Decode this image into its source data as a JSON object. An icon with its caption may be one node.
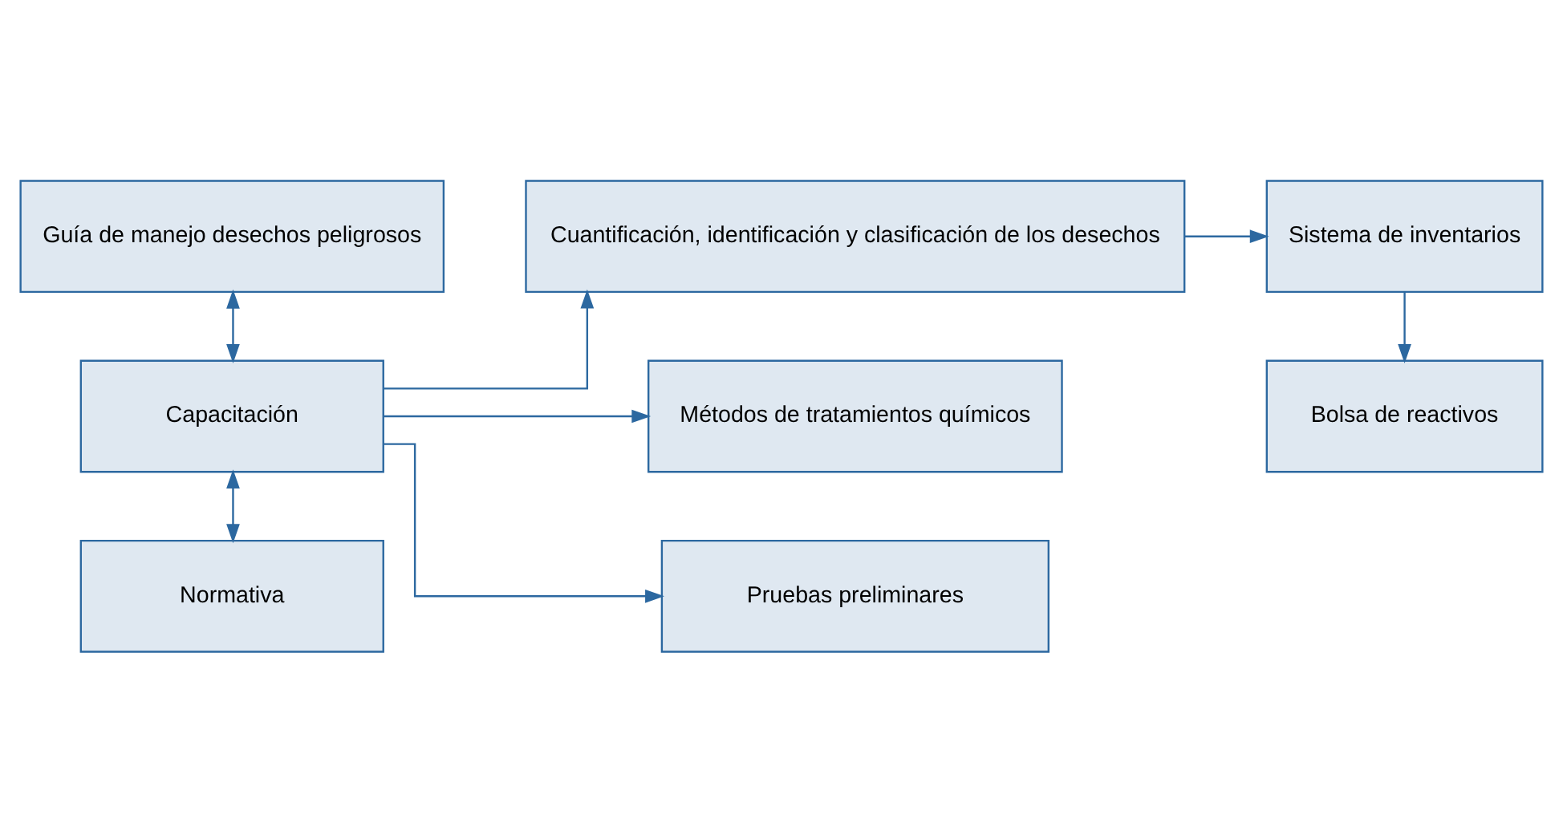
{
  "diagram": {
    "nodes": [
      {
        "text": [
          "Guía de manejo desechos peligrosos"
        ]
      },
      {
        "text": [
          "Capacitación"
        ]
      },
      {
        "text": [
          "Normativa"
        ]
      },
      {
        "text": [
          "Cuantificación, identificación y clasificación de los desechos"
        ]
      },
      {
        "text": [
          "Métodos de tratamientos químicos"
        ]
      },
      {
        "text": [
          "Pruebas preliminares"
        ]
      },
      {
        "text": [
          "Sistema de inventarios"
        ]
      },
      {
        "text": [
          "Bolsa de reactivos"
        ]
      }
    ],
    "edges": [
      {
        "from": 0,
        "to": 1,
        "arrow": "both"
      },
      {
        "from": 1,
        "to": 2,
        "arrow": "both"
      },
      {
        "from": 1,
        "to": 3,
        "arrow": "to"
      },
      {
        "from": 1,
        "to": 4,
        "arrow": "to"
      },
      {
        "from": 1,
        "to": 5,
        "arrow": "to"
      },
      {
        "from": 3,
        "to": 6,
        "arrow": "to"
      },
      {
        "from": 6,
        "to": 7,
        "arrow": "to"
      }
    ]
  }
}
